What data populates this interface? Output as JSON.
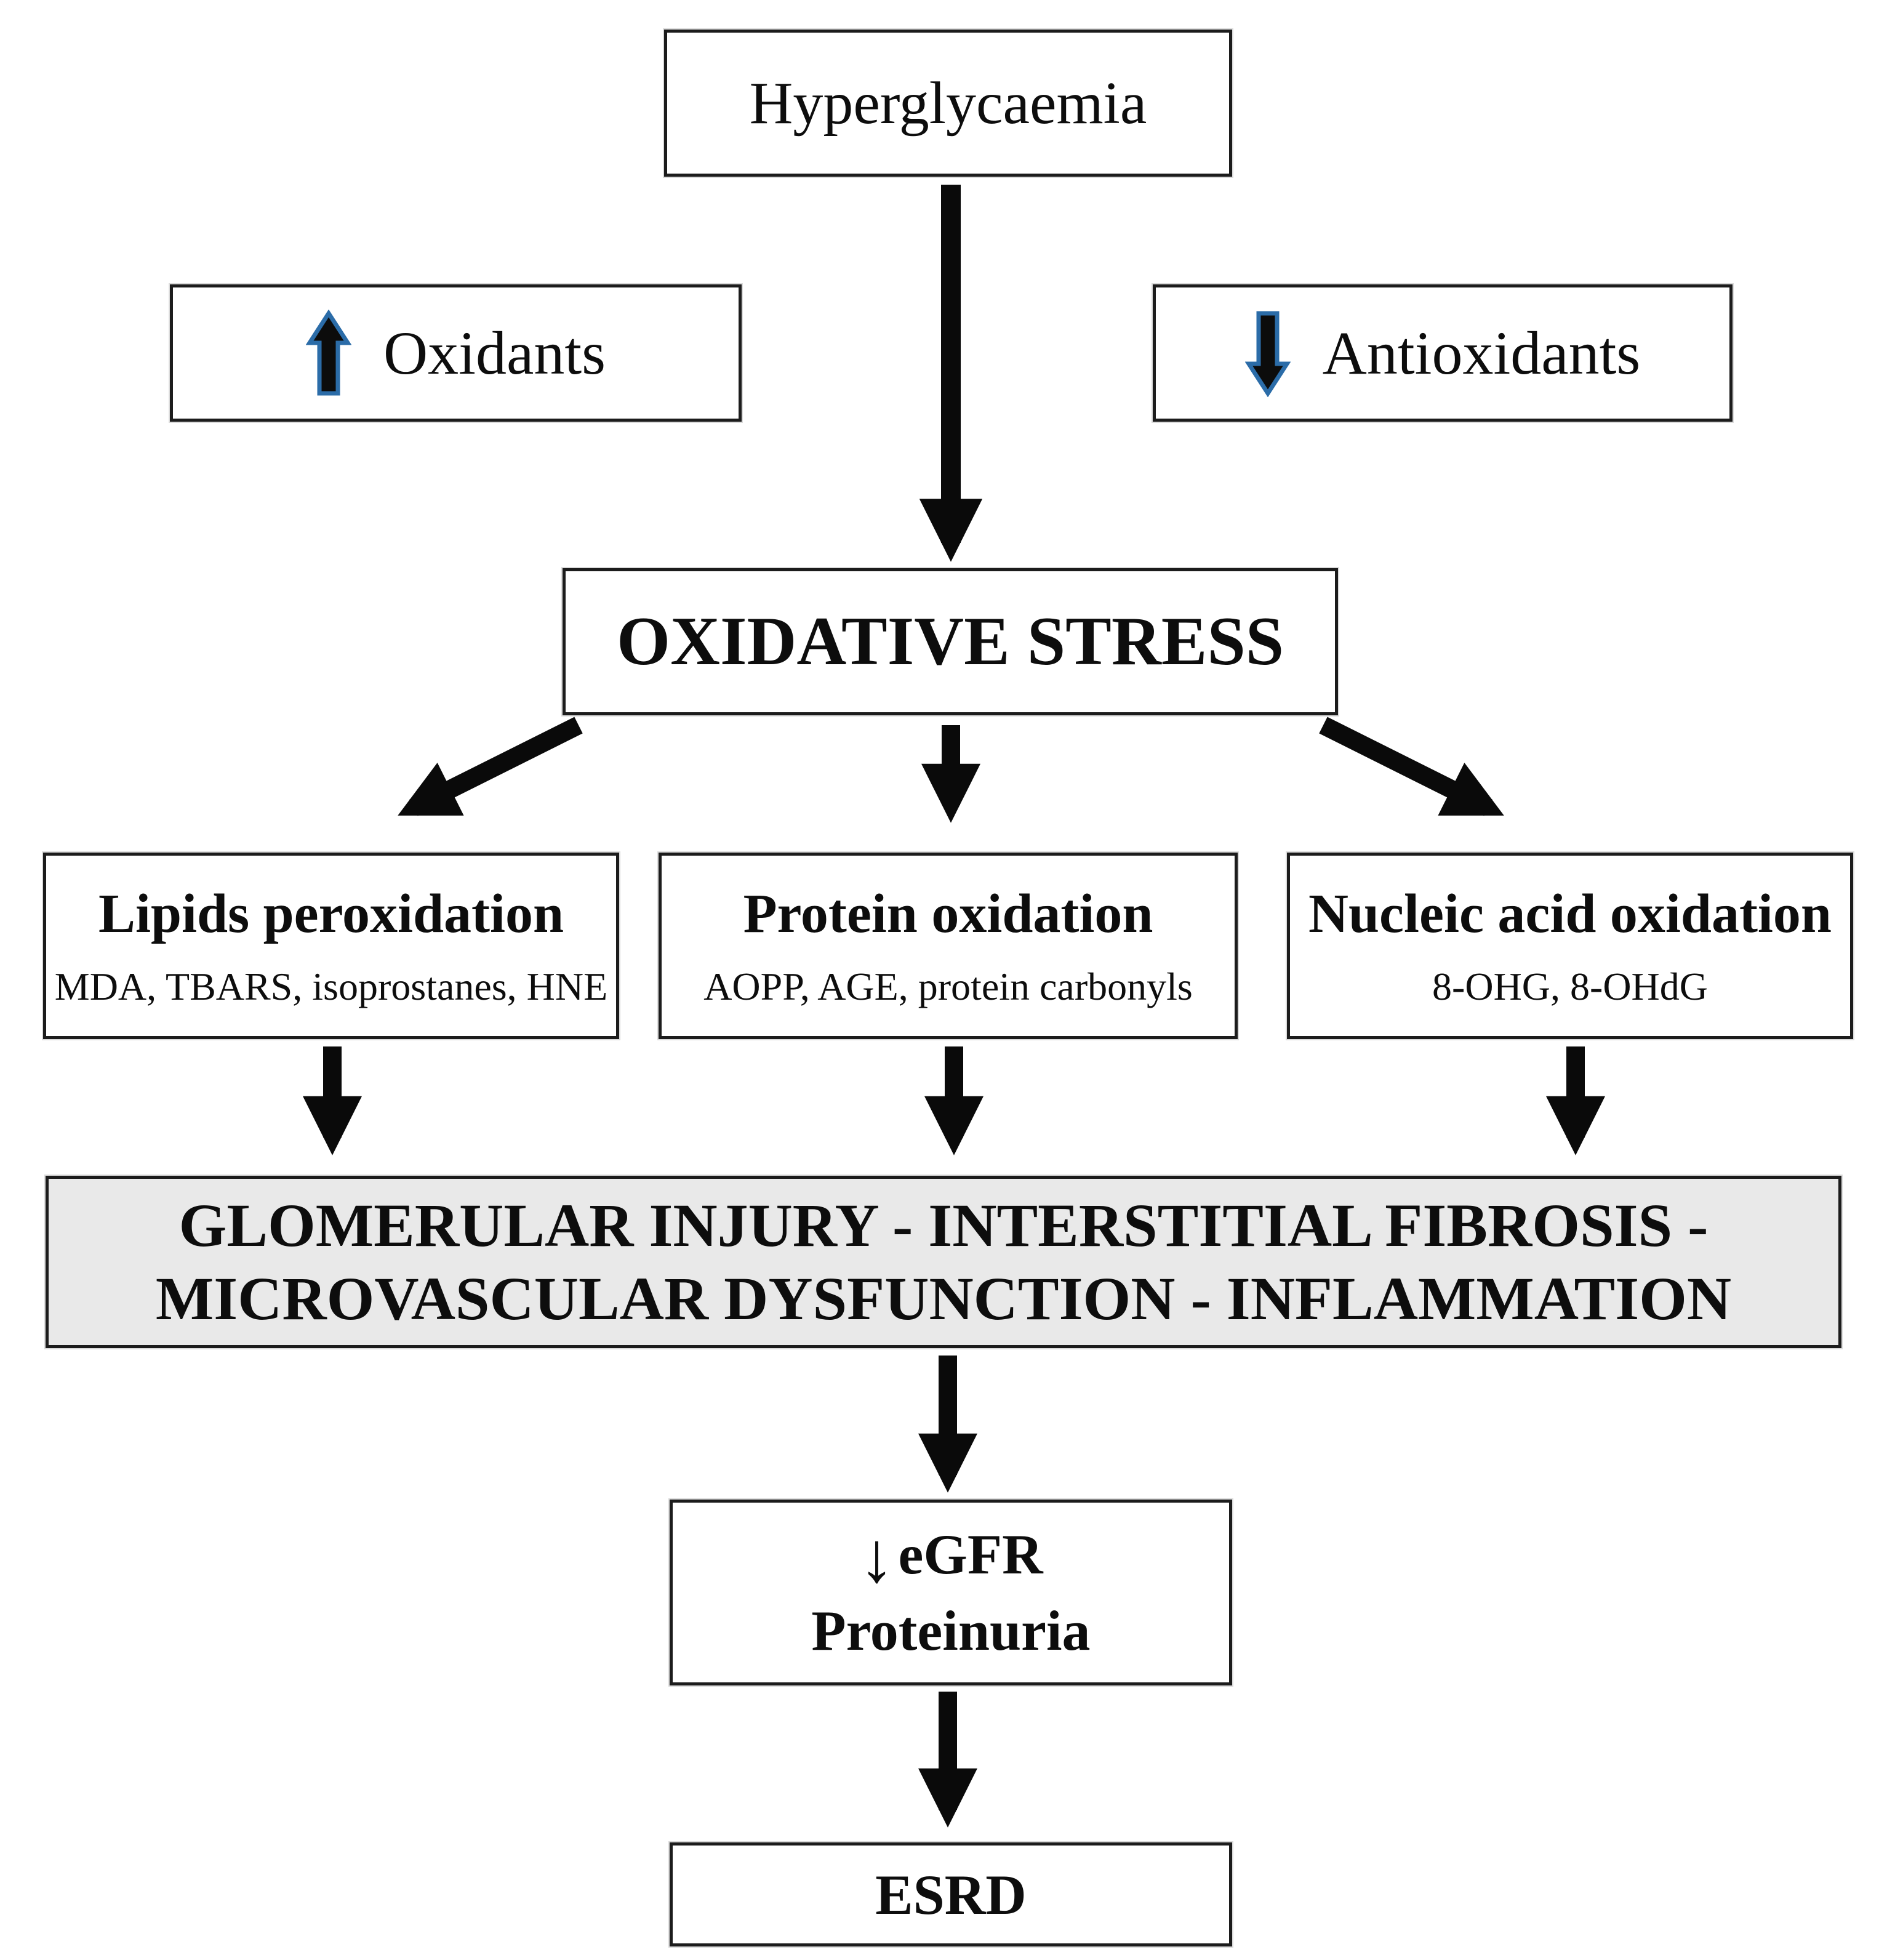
{
  "diagram": {
    "background": "#ffffff",
    "colors": {
      "box_border": "#1c1c1c",
      "connector_black": "#0a0a0a",
      "highlight_band_fill": "#e9e9e9",
      "trend_arrow_fill": "#0c0c0c",
      "trend_arrow_outline": "#2b6ca8"
    },
    "icons": {
      "oxidants_trend": "up-arrow",
      "antioxidants_trend": "down-arrow",
      "egfr_trend": "down-arrow"
    },
    "nodes": {
      "hyperglycaemia": {
        "label": "Hyperglycaemia"
      },
      "oxidants": {
        "label": "Oxidants",
        "trend": "up"
      },
      "antioxidants": {
        "label": "Antioxidants",
        "trend": "down"
      },
      "oxidative_stress": {
        "label": "OXIDATIVE STRESS"
      },
      "lipids_peroxidation": {
        "title": "Lipids peroxidation",
        "markers": "MDA, TBARS, isoprostanes, HNE"
      },
      "protein_oxidation": {
        "title": "Protein oxidation",
        "markers": "AOPP, AGE, protein carbonyls"
      },
      "nucleic_acid_oxidation": {
        "title": "Nucleic acid oxidation",
        "markers": "8-OHG, 8-OHdG"
      },
      "renal_damage": {
        "line1": "GLOMERULAR INJURY - INTERSTITIAL FIBROSIS -",
        "line2": "MICROVASCULAR DYSFUNCTION - INFLAMMATION"
      },
      "renal_function": {
        "line1_arrow": "↓",
        "line1": "eGFR",
        "line2": "Proteinuria"
      },
      "esrd": {
        "label": "ESRD"
      }
    },
    "edges": [
      {
        "from": "hyperglycaemia",
        "to": "oxidative_stress"
      },
      {
        "from": "oxidative_stress",
        "to": "lipids_peroxidation"
      },
      {
        "from": "oxidative_stress",
        "to": "protein_oxidation"
      },
      {
        "from": "oxidative_stress",
        "to": "nucleic_acid_oxidation"
      },
      {
        "from": "lipids_peroxidation",
        "to": "renal_damage"
      },
      {
        "from": "protein_oxidation",
        "to": "renal_damage"
      },
      {
        "from": "nucleic_acid_oxidation",
        "to": "renal_damage"
      },
      {
        "from": "renal_damage",
        "to": "renal_function"
      },
      {
        "from": "renal_function",
        "to": "esrd"
      }
    ]
  }
}
